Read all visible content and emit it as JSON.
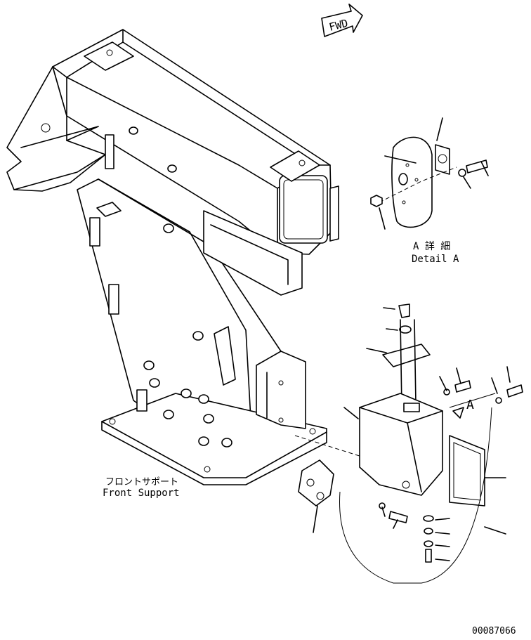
{
  "direction_marker": {
    "label": "FWD"
  },
  "detail_view": {
    "title_jp": "A 詳 細",
    "title_en": "Detail A"
  },
  "view_arrow": {
    "letter": "A"
  },
  "main_part": {
    "label_jp": "フロントサポート",
    "label_en": "Front Support"
  },
  "drawing_number": "00087066"
}
